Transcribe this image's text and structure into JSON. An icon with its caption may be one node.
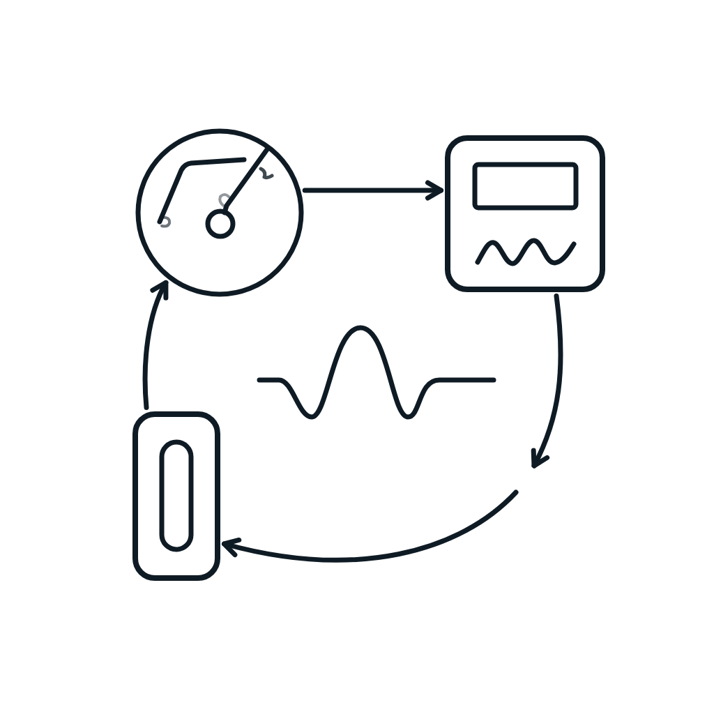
{
  "diagram": {
    "nodes": [
      {
        "text": [],
        "shape": "picture"
      },
      {
        "text": [],
        "shape": "picture"
      },
      {
        "text": [],
        "shape": "picture"
      }
    ],
    "edges": [
      {
        "from": 0,
        "to": 1,
        "arrow": "to"
      },
      {
        "from": 1,
        "to": null,
        "arrow": "to"
      },
      {
        "from": null,
        "to": 2,
        "arrow": "to"
      },
      {
        "from": 2,
        "to": 0,
        "arrow": "to"
      }
    ]
  }
}
